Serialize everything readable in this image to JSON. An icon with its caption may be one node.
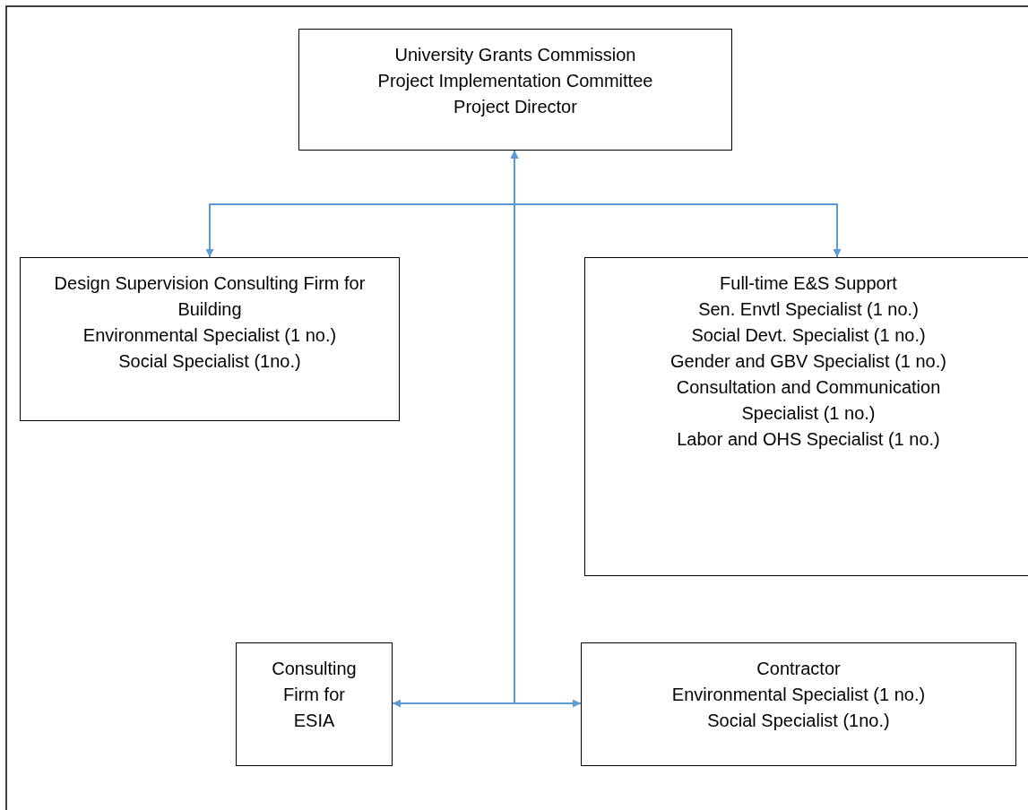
{
  "diagram": {
    "nodes": [
      {
        "text": [
          "University Grants Commission",
          "Project Implementation Committee",
          "Project Director"
        ]
      },
      {
        "text": [
          "Design Supervision Consulting Firm for Building",
          "Environmental Specialist (1 no.)",
          "Social Specialist (1no.)"
        ]
      },
      {
        "text": [
          "Full-time E&S Support",
          "Sen. Envtl Specialist (1 no.)",
          "Social Devt. Specialist (1 no.)",
          "Gender and GBV Specialist (1 no.)",
          "Consultation and Communication Specialist (1 no.)",
          "Labor and OHS Specialist (1 no.)"
        ]
      },
      {
        "text": [
          "Consulting Firm for ESIA"
        ]
      },
      {
        "text": [
          "Contractor",
          "Environmental Specialist (1 no.)",
          "Social Specialist (1no.)"
        ]
      }
    ],
    "edges": [
      {
        "from": 0,
        "to": 1,
        "arrow": "to"
      },
      {
        "from": 0,
        "to": 2,
        "arrow": "to"
      },
      {
        "from": 3,
        "to": 0,
        "arrow": "both"
      },
      {
        "from": 4,
        "to": 0,
        "arrow": "both"
      }
    ]
  }
}
